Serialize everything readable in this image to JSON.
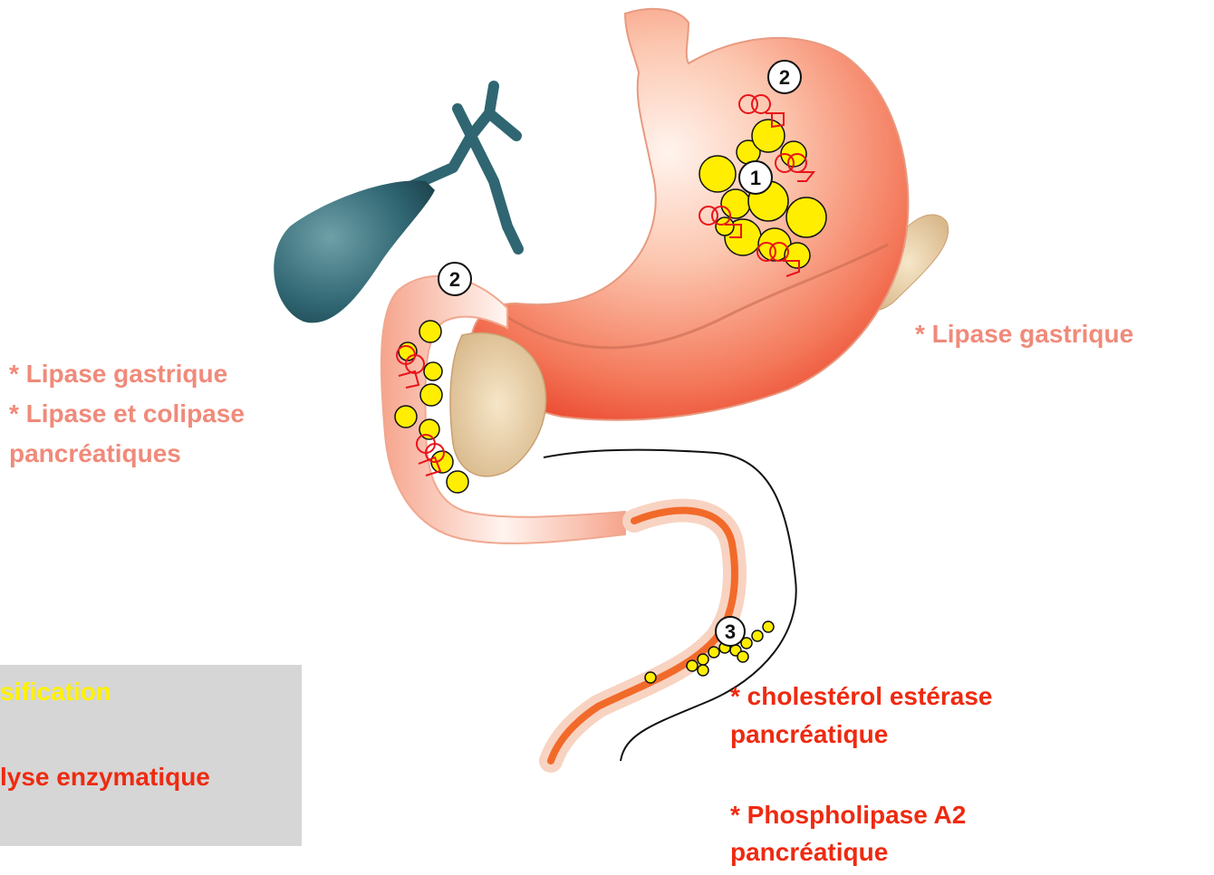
{
  "markers": {
    "stomach_top": "2",
    "stomach_middle": "1",
    "duodenum": "2",
    "intestine": "3"
  },
  "labels": {
    "stomach": "* Lipase gastrique",
    "duodenum_line1": "* Lipase gastrique",
    "duodenum_line2": "* Lipase et colipase",
    "duodenum_line3": "pancréatiques",
    "intestine_line1": "* cholestérol estérase",
    "intestine_line2": "pancréatique",
    "intestine_line3": "* Phospholipase A2",
    "intestine_line4": "pancréatique"
  },
  "box": {
    "title": "sification",
    "line": "lyse enzymatique"
  },
  "colors": {
    "salmon_text": "#f08a7a",
    "red_text": "#ee2a10",
    "box_bg": "#d6d6d6",
    "box_title": "#fff200",
    "fat_droplet": "#ffee00",
    "lipid_outline": "#e8141a"
  }
}
